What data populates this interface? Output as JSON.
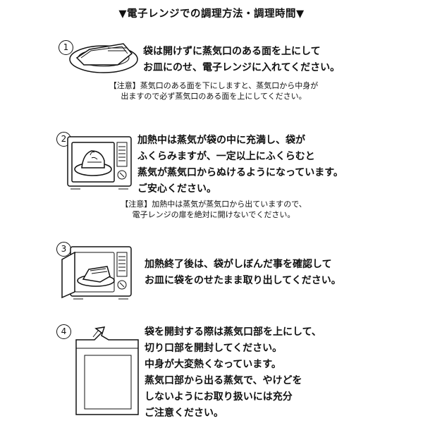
{
  "title": "▼電子レンジでの調理方法・調理時間▼",
  "steps": [
    {
      "number": "1",
      "lines": [
        "袋は開けずに蒸気口のある面を上にして",
        "お皿にのせ、電子レンジに入れてください。"
      ],
      "note": [
        "【注意】蒸気口のある面を下にしますと、蒸気口から中身が",
        "出ますので必ず蒸気口のある面を上にしてください。"
      ]
    },
    {
      "number": "2",
      "lines": [
        "加熱中は蒸気が袋の中に充満し、袋が",
        "ふくらみますが、一定以上にふくらむと",
        "蒸気が蒸気口からぬけるようになっています。",
        "ご安心ください。"
      ],
      "note": [
        "【注意】加熱中は蒸気が蒸気口から出ていますので、",
        "電子レンジの扉を絶対に開けないでください。"
      ]
    },
    {
      "number": "3",
      "lines": [
        "加熱終了後は、袋がしぼんだ事を確認して",
        "お皿に袋をのせたまま取り出してください。"
      ]
    },
    {
      "number": "4",
      "lines": [
        "袋を開封する際は蒸気口部を上にして、",
        "切り口部を開封してください。",
        "中身が大変熱くなっています。",
        "蒸気口部から出る蒸気で、やけどを",
        "しないようにお取り扱いには充分",
        "ご注意ください。"
      ]
    }
  ]
}
